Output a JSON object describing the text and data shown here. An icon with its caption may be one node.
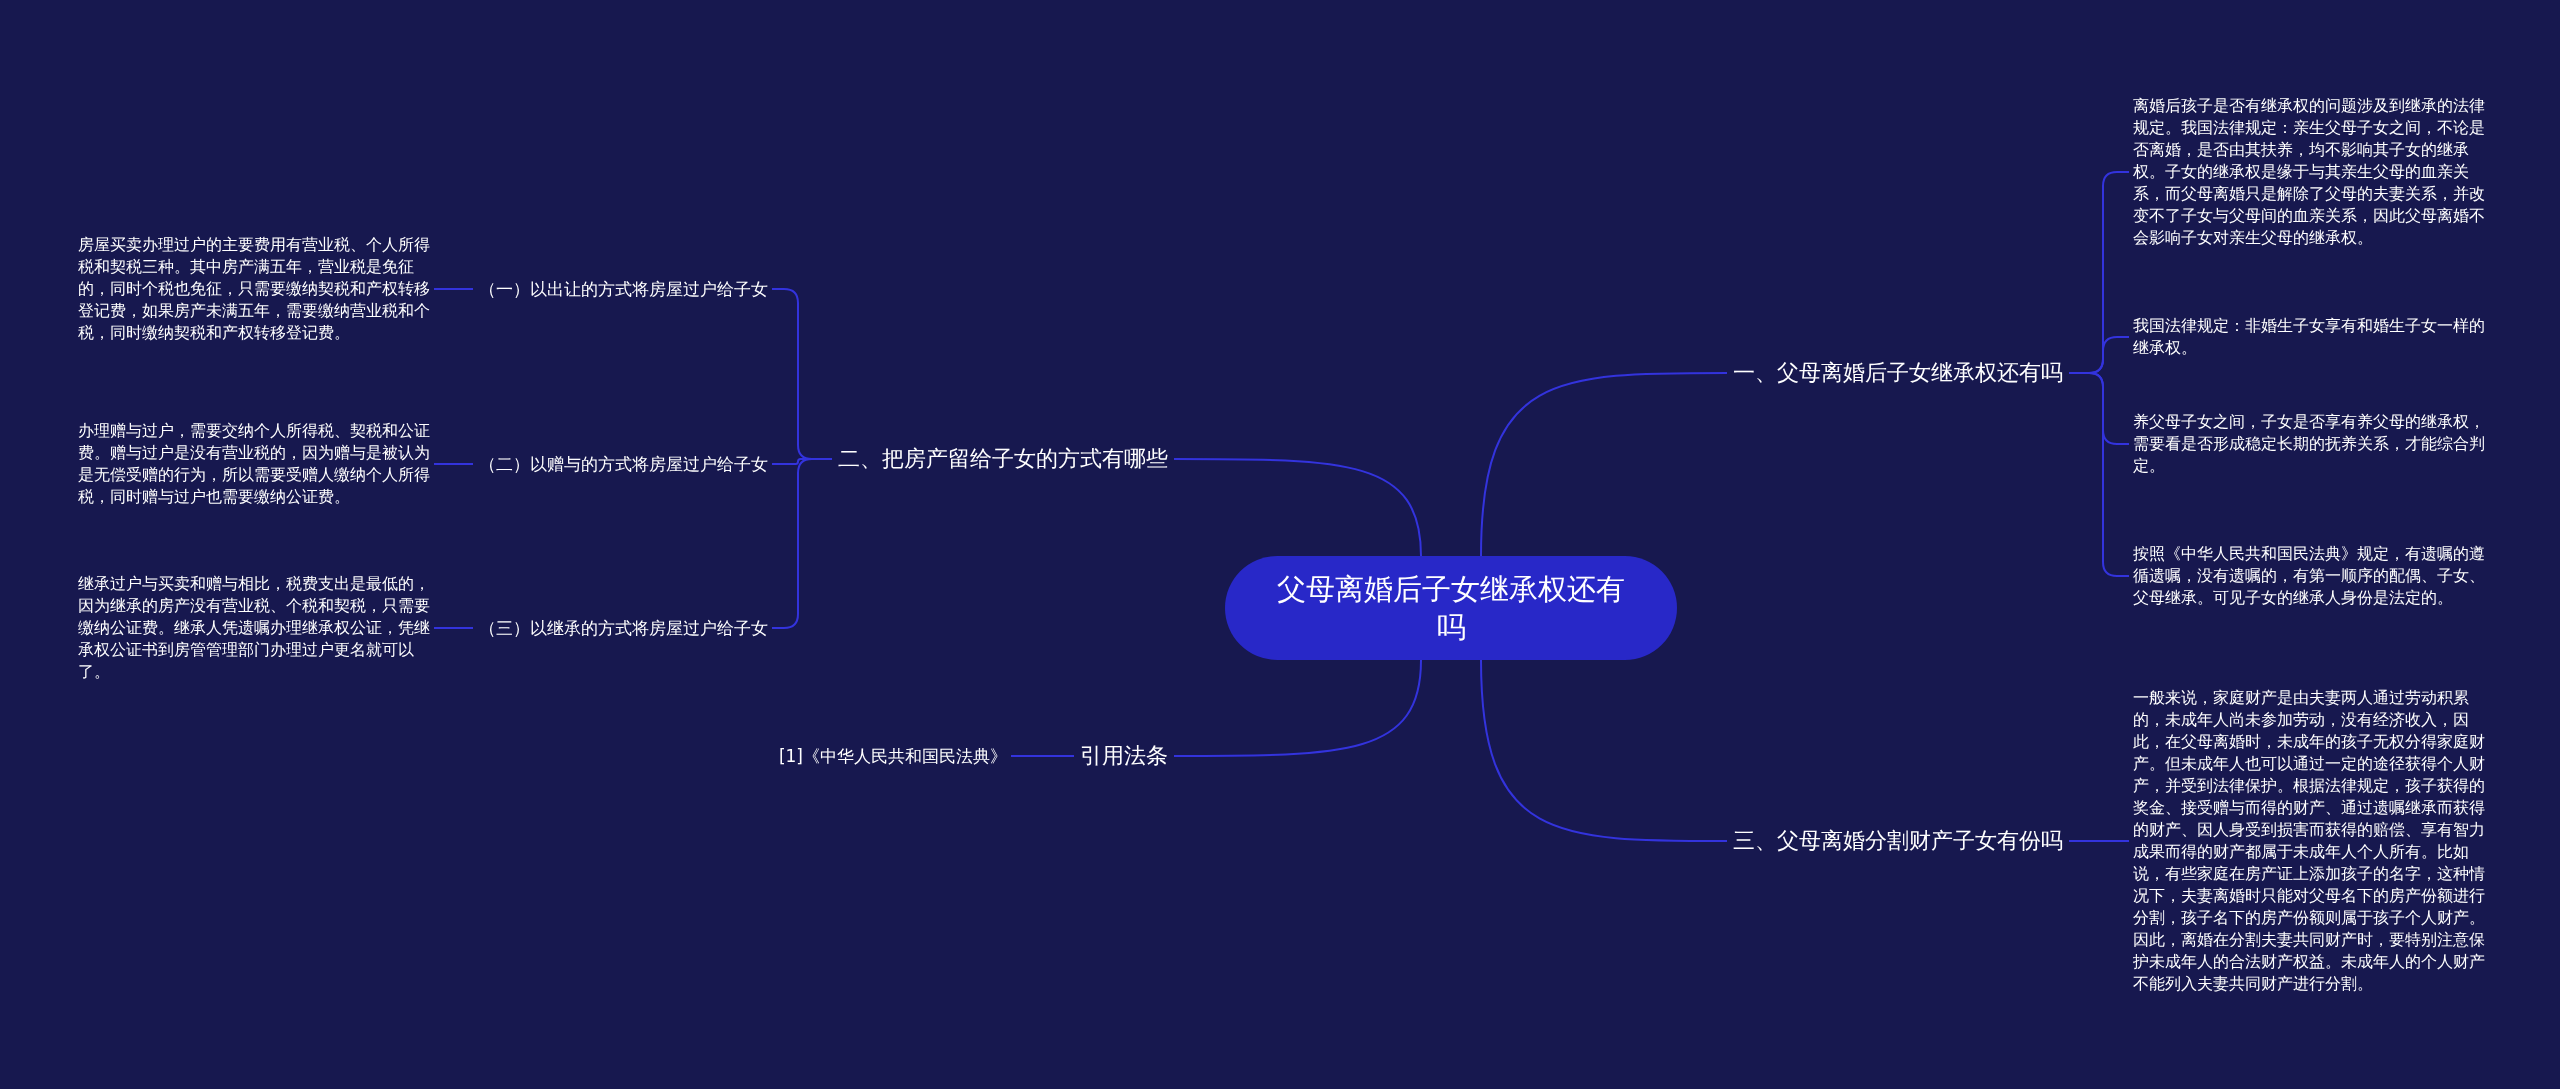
{
  "diagram": {
    "nodes": [
      {
        "text": [
          "父母离婚后子女继承权还有吗"
        ]
      },
      {
        "text": [
          "一、父母离婚后子女继承权还有吗"
        ]
      },
      {
        "text": [
          "离婚后孩子是否有继承权的问题涉及到继承的法律规定。我国法律规定：亲生父母子女之间，不论是否离婚，是否由其扶养，均不影响其子女的继承权。子女的继承权是缘于与其亲生父母的血亲关系，而父母离婚只是解除了父母的夫妻关系，并改变不了子女与父母间的血亲关系，因此父母离婚不会影响子女对亲生父母的继承权。"
        ]
      },
      {
        "text": [
          "我国法律规定：非婚生子女享有和婚生子女一样的继承权。"
        ]
      },
      {
        "text": [
          "养父母子女之间，子女是否享有养父母的继承权，需要看是否形成稳定长期的抚养关系，才能综合判定。"
        ]
      },
      {
        "text": [
          "按照《中华人民共和国民法典》规定，有遗嘱的遵循遗嘱，没有遗嘱的，有第一顺序的配偶、子女、父母继承。可见子女的继承人身份是法定的。"
        ]
      },
      {
        "text": [
          "三、父母离婚分割财产子女有份吗"
        ]
      },
      {
        "text": [
          "一般来说，家庭财产是由夫妻两人通过劳动积累的，未成年人尚未参加劳动，没有经济收入，因此，在父母离婚时，未成年的孩子无权分得家庭财产。但未成年人也可以通过一定的途径获得个人财产，并受到法律保护。根据法律规定，孩子获得的奖金、接受赠与而得的财产、通过遗嘱继承而获得的财产、因人身受到损害而获得的赔偿、享有智力成果而得的财产都属于未成年人个人所有。比如说，有些家庭在房产证上添加孩子的名字，这种情况下，夫妻离婚时只能对父母名下的房产份额进行分割，孩子名下的房产份额则属于孩子个人财产。因此，离婚在分割夫妻共同财产时，要特别注意保护未成年人的合法财产权益。未成年人的个人财产不能列入夫妻共同财产进行分割。"
        ]
      },
      {
        "text": [
          "二、把房产留给子女的方式有哪些"
        ]
      },
      {
        "text": [
          "（一）以出让的方式将房屋过户给子女"
        ]
      },
      {
        "text": [
          "房屋买卖办理过户的主要费用有营业税、个人所得税和契税三种。其中房产满五年，营业税是免征的，同时个税也免征，只需要缴纳契税和产权转移登记费，如果房产未满五年，需要缴纳营业税和个税，同时缴纳契税和产权转移登记费。"
        ]
      },
      {
        "text": [
          "（二）以赠与的方式将房屋过户给子女"
        ]
      },
      {
        "text": [
          "办理赠与过户，需要交纳个人所得税、契税和公证费。赠与过户是没有营业税的，因为赠与是被认为是无偿受赠的行为，所以需要受赠人缴纳个人所得税，同时赠与过户也需要缴纳公证费。"
        ]
      },
      {
        "text": [
          "（三）以继承的方式将房屋过户给子女"
        ]
      },
      {
        "text": [
          "继承过户与买卖和赠与相比，税费支出是最低的，因为继承的房产没有营业税、个税和契税，只需要缴纳公证费。继承人凭遗嘱办理继承权公证，凭继承权公证书到房管管理部门办理过户更名就可以了。"
        ]
      },
      {
        "text": [
          "引用法条"
        ]
      },
      {
        "text": [
          "[1]《中华人民共和国民法典》"
        ]
      }
    ],
    "edges": [
      {
        "from": 0,
        "to": 1,
        "arrow": "none"
      },
      {
        "from": 1,
        "to": 2,
        "arrow": "none"
      },
      {
        "from": 1,
        "to": 3,
        "arrow": "none"
      },
      {
        "from": 1,
        "to": 4,
        "arrow": "none"
      },
      {
        "from": 1,
        "to": 5,
        "arrow": "none"
      },
      {
        "from": 0,
        "to": 6,
        "arrow": "none"
      },
      {
        "from": 6,
        "to": 7,
        "arrow": "none"
      },
      {
        "from": 0,
        "to": 8,
        "arrow": "none"
      },
      {
        "from": 8,
        "to": 9,
        "arrow": "none"
      },
      {
        "from": 9,
        "to": 10,
        "arrow": "none"
      },
      {
        "from": 8,
        "to": 11,
        "arrow": "none"
      },
      {
        "from": 11,
        "to": 12,
        "arrow": "none"
      },
      {
        "from": 8,
        "to": 13,
        "arrow": "none"
      },
      {
        "from": 13,
        "to": 14,
        "arrow": "none"
      },
      {
        "from": 0,
        "to": 15,
        "arrow": "none"
      },
      {
        "from": 15,
        "to": 16,
        "arrow": "none"
      }
    ]
  }
}
